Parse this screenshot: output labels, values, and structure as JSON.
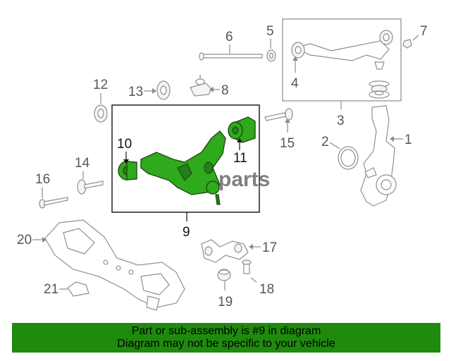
{
  "callouts": {
    "c1": "1",
    "c2": "2",
    "c3": "3",
    "c4": "4",
    "c5": "5",
    "c6": "6",
    "c7": "7",
    "c8": "8",
    "c9": "9",
    "c10": "10",
    "c11": "11",
    "c12": "12",
    "c13": "13",
    "c14": "14",
    "c15": "15",
    "c16": "16",
    "c17": "17",
    "c18": "18",
    "c19": "19",
    "c20": "20",
    "c21": "21"
  },
  "watermark": "parts",
  "footer": {
    "line1": "Part or sub-assembly is #9 in diagram",
    "line2": "Diagram may not be specific to your vehicle"
  },
  "colors": {
    "highlight": "#2faa1d",
    "footer_bg": "#1f8a0d",
    "line": "#8a8a8a"
  }
}
